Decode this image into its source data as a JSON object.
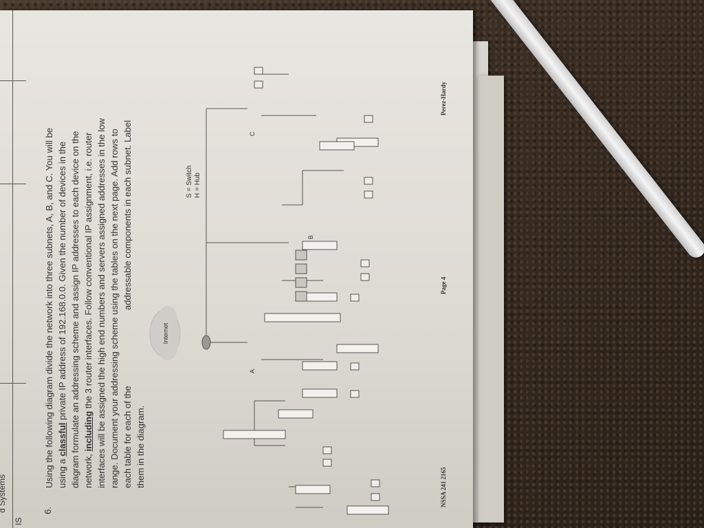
{
  "page": {
    "header_cell": "IS",
    "header_fragment": "d Systems",
    "question_number": "6.",
    "q_line1": "Using the following diagram divide the network into three subnets, A, B, and C.  You will be",
    "q_line2a": "using a ",
    "q_line2_bold": "classful",
    "q_line2b": " private IP address of 192.168.0.0.  Given the number of devices in the",
    "q_line3": "diagram formulate an addressing scheme and assign IP addresses to each device on the",
    "q_line4a": "network, ",
    "q_line4_bold": "including",
    "q_line4b": " the 3 router interfaces. Follow conventional IP assignment, i.e. router",
    "q_line5": "interfaces will be assigned the high end numbers and servers assigned addresses in the low",
    "q_line6": "range.  Document your addressing scheme using the tables on the next page.  Add rows to",
    "q_line7a": "each table for each of the",
    "q_line7b": "addressable components in each subnet. Label",
    "q_line8": "them in the diagram.",
    "footer_left": "NSSA 241 2165",
    "footer_center": "Page 4",
    "footer_right": "Perez-Hardy"
  },
  "diagram": {
    "cloud_label": "Internet",
    "legend_switch": "S = Switch",
    "legend_hub": "H = Hub",
    "subnet_a": "A",
    "subnet_b": "B",
    "subnet_c": "C",
    "switch_prefix": "S",
    "hub_prefix": "H"
  }
}
